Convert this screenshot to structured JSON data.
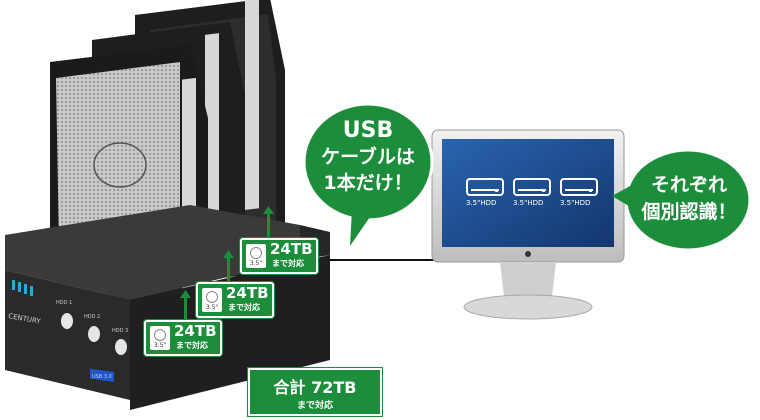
{
  "bubble_usb": {
    "line1": "USB",
    "line2": "ケーブルは",
    "line3": "1本だけ！"
  },
  "bubble_recog": {
    "line1": "それぞれ",
    "line2": "個別認識！"
  },
  "dock": {
    "brand": "CENTURY",
    "port_label": "USB 3.0",
    "slot_buttons": [
      "HDD 1",
      "HDD 2",
      "HDD 3"
    ]
  },
  "badges": [
    {
      "capacity": "24TB",
      "support": "まで対応",
      "drive": "3.5\""
    },
    {
      "capacity": "24TB",
      "support": "まで対応",
      "drive": "3.5\""
    },
    {
      "capacity": "24TB",
      "support": "まで対応",
      "drive": "3.5\""
    }
  ],
  "total": {
    "label": "合計 72TB",
    "support": "まで対応"
  },
  "screen_drives": [
    "3.5\"HDD",
    "3.5\"HDD",
    "3.5\"HDD"
  ],
  "colors": {
    "green": "#1c8d3a",
    "screen": "#1f4f92",
    "dock": "#2b2b2b"
  }
}
